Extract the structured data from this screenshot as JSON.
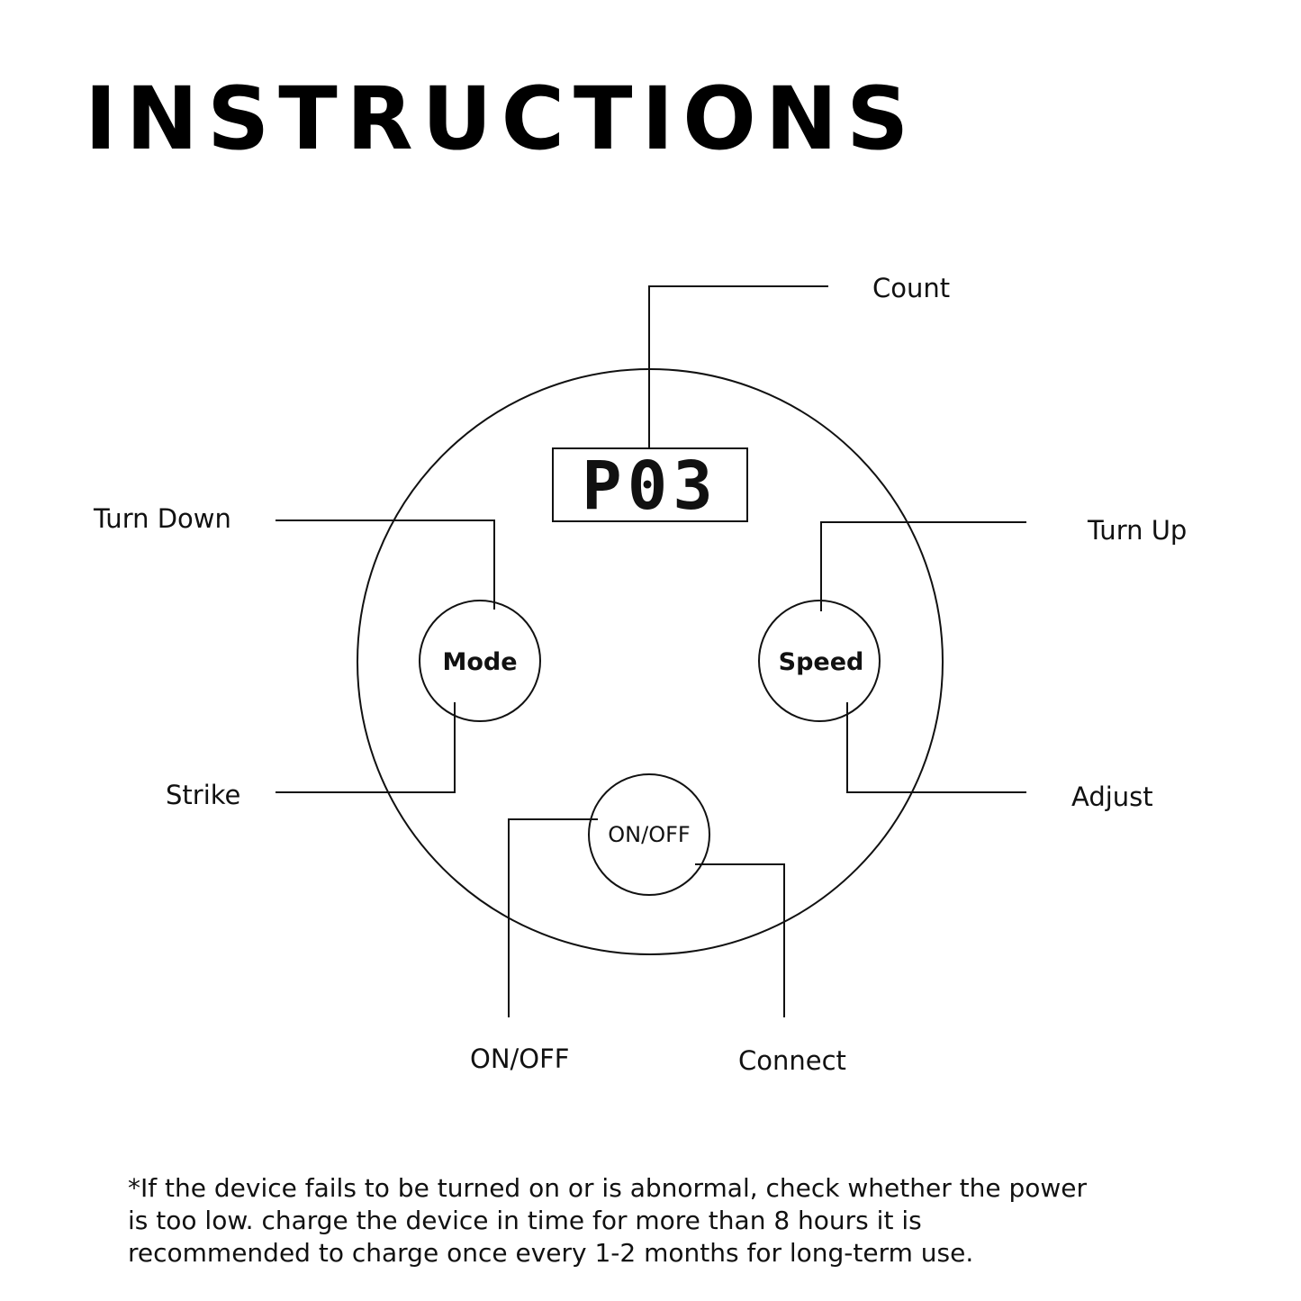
{
  "title": "INSTRUCTIONS",
  "display": {
    "reading": "P03"
  },
  "buttons": {
    "mode": "Mode",
    "speed": "Speed",
    "power": "ON/OFF"
  },
  "callouts": {
    "count": "Count",
    "turn_down": "Turn Down",
    "turn_up": "Turn Up",
    "strike": "Strike",
    "adjust": "Adjust",
    "on_off": "ON/OFF",
    "connect": "Connect"
  },
  "note": "*If the device fails to be turned on or is abnormal, check whether the power is too low. charge the device in time for more than 8 hours it is recommended to charge once every 1-2 months for long-term use."
}
